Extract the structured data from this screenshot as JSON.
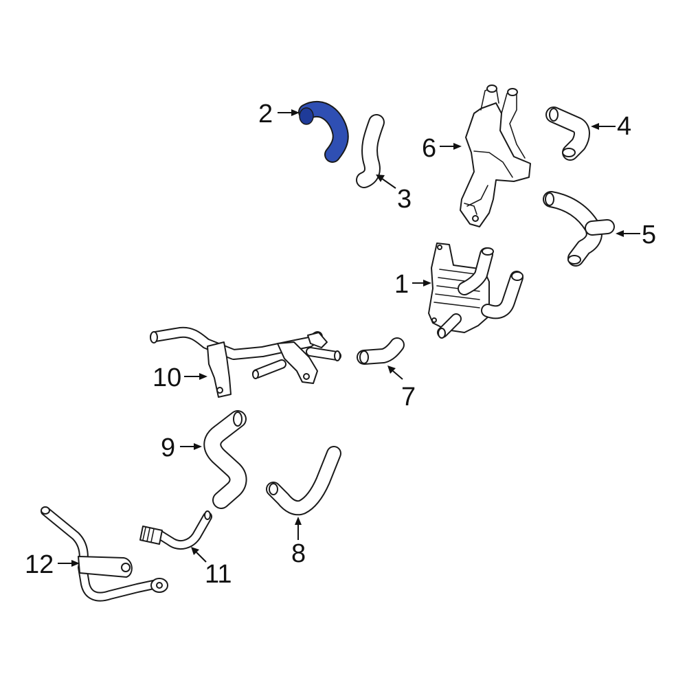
{
  "highlight_color": "#2f4fb3",
  "outline_color": "#1a1a1a",
  "callouts": [
    {
      "id": "1",
      "label": "1",
      "part": "oil cooler"
    },
    {
      "id": "2",
      "label": "2",
      "part": "hose (highlighted)"
    },
    {
      "id": "3",
      "label": "3",
      "part": "hose"
    },
    {
      "id": "4",
      "label": "4",
      "part": "hose"
    },
    {
      "id": "5",
      "label": "5",
      "part": "hose"
    },
    {
      "id": "6",
      "label": "6",
      "part": "housing"
    },
    {
      "id": "7",
      "label": "7",
      "part": "hose"
    },
    {
      "id": "8",
      "label": "8",
      "part": "hose"
    },
    {
      "id": "9",
      "label": "9",
      "part": "hose"
    },
    {
      "id": "10",
      "label": "10",
      "part": "pipe assembly"
    },
    {
      "id": "11",
      "label": "11",
      "part": "pipe"
    },
    {
      "id": "12",
      "label": "12",
      "part": "pipe"
    }
  ]
}
